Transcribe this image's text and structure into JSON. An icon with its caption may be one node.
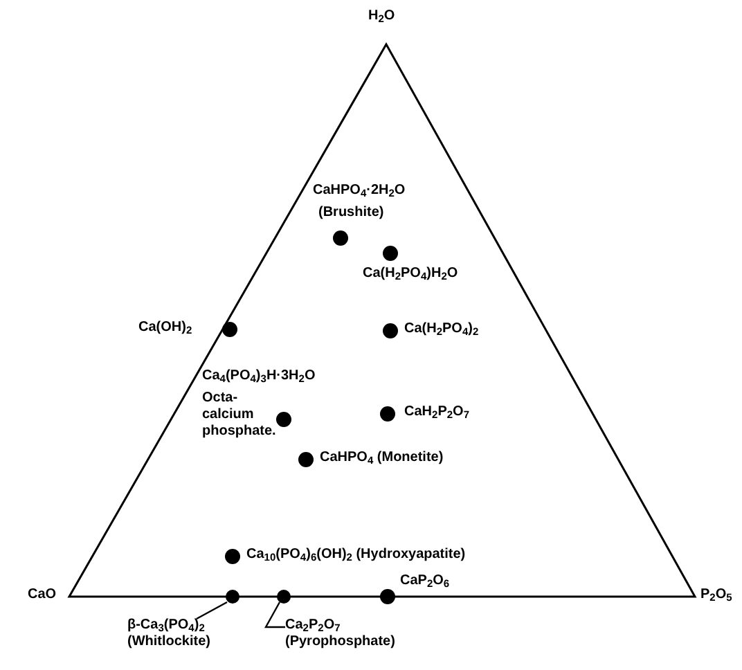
{
  "diagram": {
    "nodes": [
      {
        "text": [
          "β-Ca$_{3}$(PO$_{4}$)$_{2}$",
          "(Whitlockite)"
        ]
      },
      {
        "text": [],
        "shape": "circle"
      },
      {
        "text": [
          "Ca$_{2}$P$_{2}$O$_{7}$",
          "(Pyrophosphate)"
        ]
      },
      {
        "text": [],
        "shape": "circle"
      }
    ],
    "edges": [
      {
        "from": 0,
        "to": 1,
        "arrow": "none"
      },
      {
        "from": 2,
        "to": 3,
        "arrow": "none"
      }
    ],
    "labels": [
      "H$_{2}$O",
      "CaHPO$_{4}$·2H$_{2}$O",
      "(Brushite)",
      "Ca(H$_{2}$PO$_{4}$)H$_{2}$O",
      "Ca(OH)$_{2}$",
      "Ca(H$_{2}$PO$_{4}$)$_{2}$",
      "Ca$_{4}$(PO$_{4}$)$_{3}$H·3H$_{2}$O",
      "Octa- calcium phosphate.",
      "CaH$_{2}$P$_{2}$O$_{7}$",
      "CaHPO$_{4}$ (Monetite)",
      "Ca$_{10}$(PO$_{4}$)$_{6}$(OH)$_{2}$ (Hydroxyapatite)",
      "CaO",
      "CaP$_{2}$O$_{6}$",
      "P$_{2}$O$_{5}$"
    ]
  }
}
